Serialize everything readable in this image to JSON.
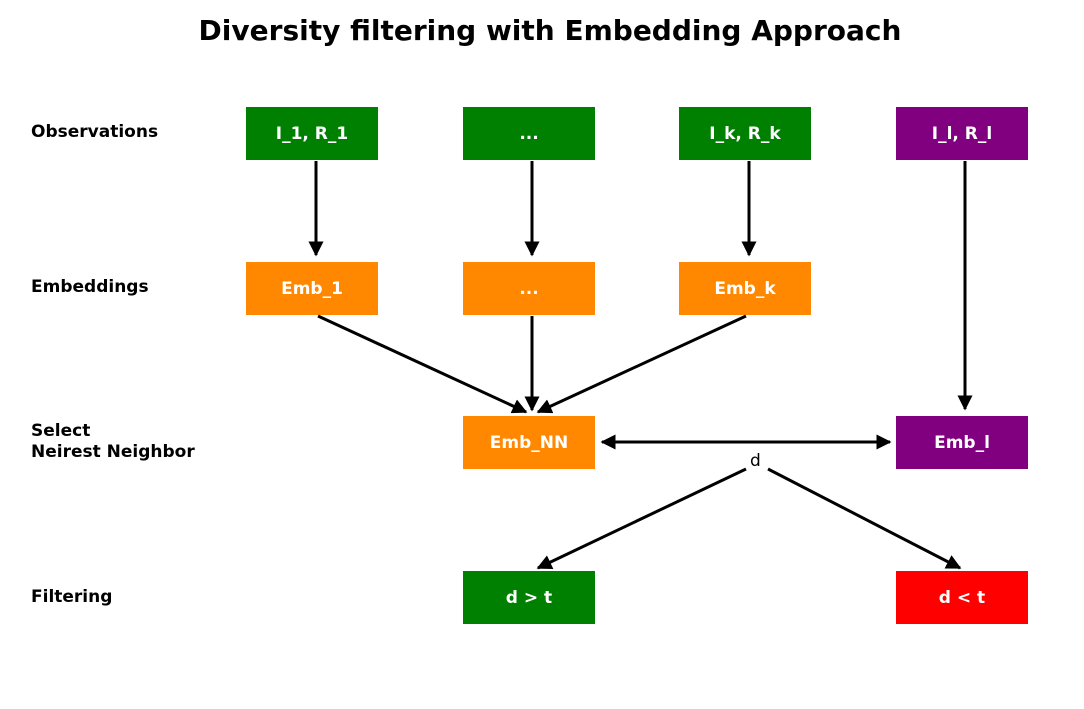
{
  "title": "Diversity filtering with Embedding Approach",
  "row_labels": {
    "observations": "Observations",
    "embeddings": "Embeddings",
    "select": "Select\nNeirest Neighbor",
    "filtering": "Filtering"
  },
  "nodes": {
    "obs_1": "I_1, R_1",
    "obs_dots": "...",
    "obs_k": "I_k, R_k",
    "obs_l": "I_l, R_l",
    "emb_1": "Emb_1",
    "emb_dots": "...",
    "emb_k": "Emb_k",
    "emb_nn": "Emb_NN",
    "emb_l": "Emb_l",
    "filter_greater": "d > t",
    "filter_less": "d < t"
  },
  "distance_label": "d",
  "colors": {
    "green": "#008000",
    "orange": "#ff8800",
    "purple": "#800080",
    "red": "#ff0000",
    "arrow": "#000000"
  }
}
